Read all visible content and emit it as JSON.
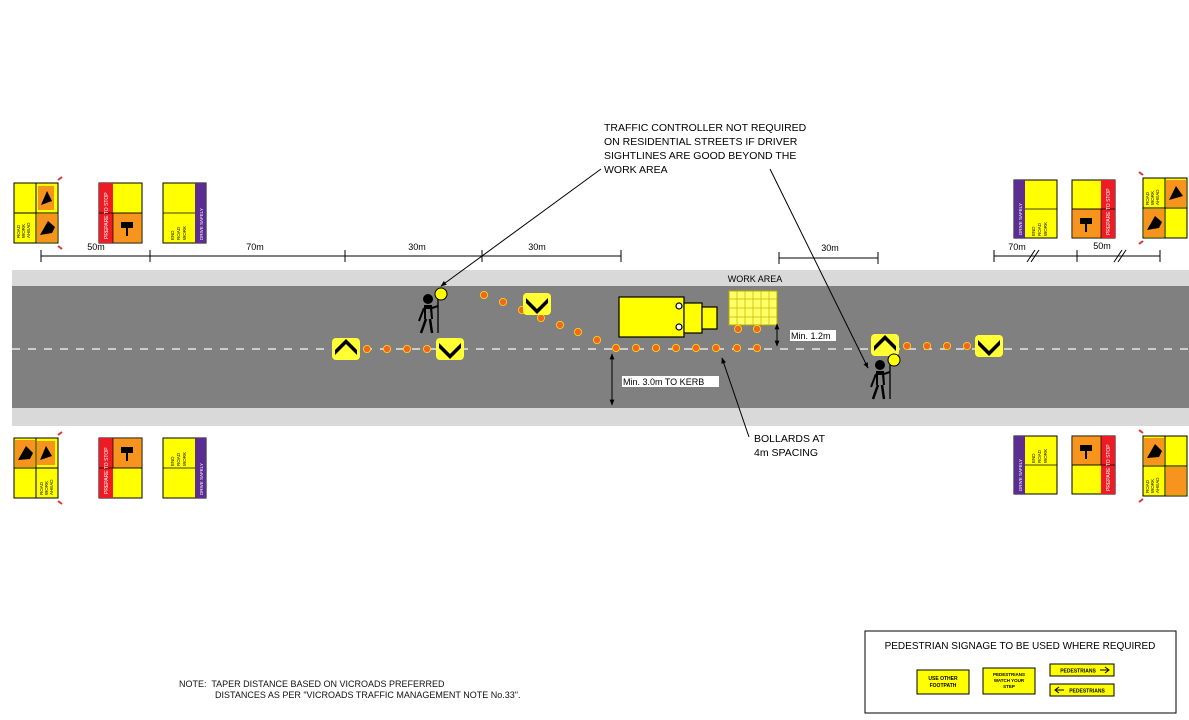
{
  "callouts": {
    "traffic_controller": [
      "TRAFFIC CONTROLLER NOT REQUIRED",
      "ON RESIDENTIAL STREETS IF DRIVER",
      "SIGHTLINES ARE GOOD BEYOND THE",
      "WORK AREA"
    ],
    "bollards": [
      "BOLLARDS AT",
      "4m SPACING"
    ]
  },
  "road": {
    "work_area_label": "WORK AREA",
    "min_clearance": "Min. 1.2m",
    "kerb_distance": "Min. 3.0m TO KERB"
  },
  "dimensions": {
    "left": [
      "50m",
      "70m",
      "30m",
      "30m"
    ],
    "right_work": "30m",
    "right_signs": [
      "70m",
      "50m"
    ]
  },
  "signs": {
    "road_work_ahead": [
      "ROAD",
      "WORK",
      "AHEAD"
    ],
    "prepare_to_stop": "PREPARE TO STOP",
    "end_road_work": [
      "END",
      "ROAD",
      "WORK"
    ],
    "drive_safely": "DRIVE SAFELY"
  },
  "ped_signage": {
    "title": "PEDESTRIAN SIGNAGE TO BE USED WHERE REQUIRED",
    "use_other_footpath": [
      "USE OTHER",
      "FOOTPATH"
    ],
    "watch_your_step": [
      "PEDESTRIANS",
      "WATCH YOUR",
      "STEP"
    ],
    "pedestrians_right": "PEDESTRIANS",
    "pedestrians_left": "PEDESTRIANS"
  },
  "note": {
    "line1": "NOTE:  TAPER DISTANCE BASED ON VICROADS PREFERRED",
    "line2": "DISTANCES AS PER \"VICROADS TRAFFIC MANAGEMENT NOTE No.33\"."
  },
  "colors": {
    "road": "#808080",
    "shoulder": "#d9d9d9",
    "sign_yellow": "#ffff00",
    "sign_orange": "#f7941d",
    "sign_red": "#ed1c24",
    "sign_purple": "#5b2d90",
    "bollard": "#f26522"
  }
}
